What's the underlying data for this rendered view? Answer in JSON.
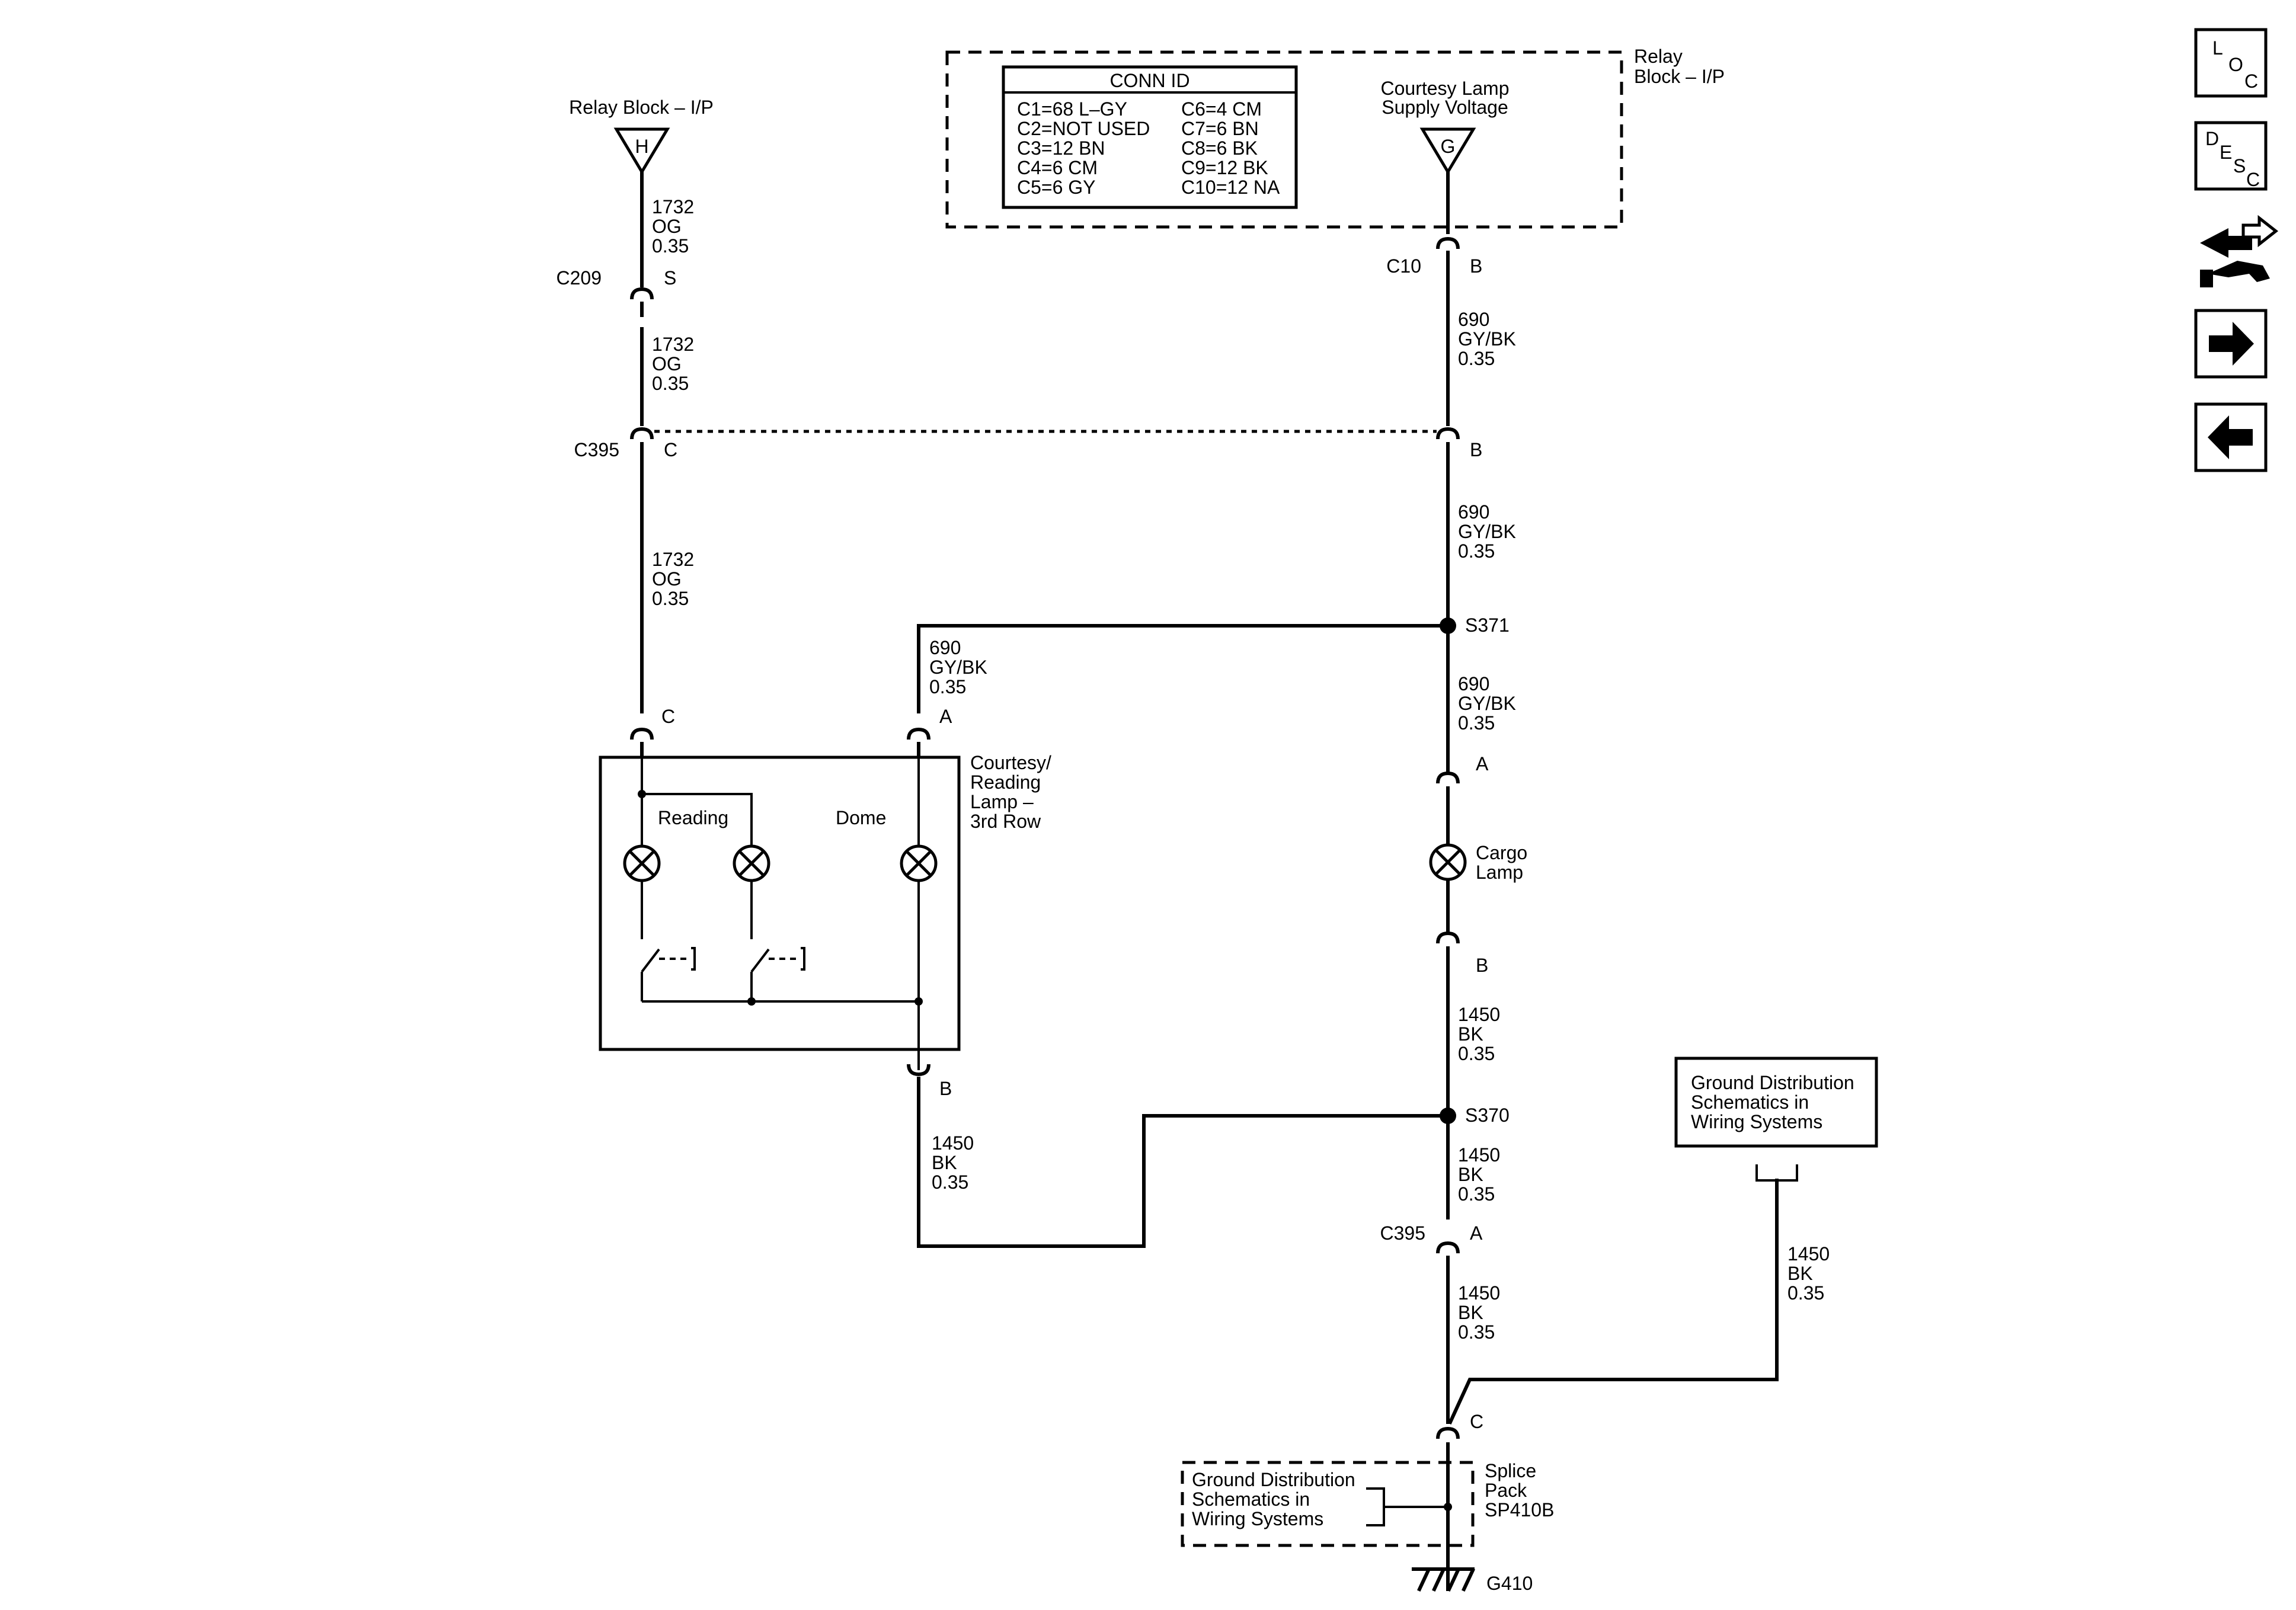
{
  "relay_block_left": {
    "title": "Relay Block – I/P",
    "terminal": "H"
  },
  "relay_block_right": {
    "title_line1": "Relay",
    "title_line2": "Block – I/P",
    "terminal": "G",
    "supply_line1": "Courtesy Lamp",
    "supply_line2": "Supply Voltage"
  },
  "conn_id": {
    "header": "CONN ID",
    "left": [
      "C1=68 L–GY",
      "C2=NOT USED",
      "C3=12 BN",
      "C4=6 CM",
      "C5=6 GY"
    ],
    "right": [
      "C6=4 CM",
      "C7=6 BN",
      "C8=6 BK",
      "C9=12 BK",
      "C10=12 NA"
    ]
  },
  "connectors": {
    "c209": {
      "name": "C209",
      "pin": "S"
    },
    "c395_left": {
      "name": "C395",
      "pin": "C"
    },
    "c10": {
      "name": "C10",
      "pin": "B"
    },
    "c395_right": {
      "pin": "B"
    },
    "c395_bottom": {
      "name": "C395",
      "pin": "A"
    },
    "courtesy_c": {
      "pin": "C"
    },
    "courtesy_a": {
      "pin": "A"
    },
    "courtesy_b": {
      "pin": "B"
    },
    "cargo_a": {
      "pin": "A"
    },
    "cargo_b": {
      "pin": "B"
    },
    "splice_c": {
      "pin": "C"
    }
  },
  "wires": {
    "og1": [
      "1732",
      "OG",
      "0.35"
    ],
    "og2": [
      "1732",
      "OG",
      "0.35"
    ],
    "og3": [
      "1732",
      "OG",
      "0.35"
    ],
    "gy1": [
      "690",
      "GY/BK",
      "0.35"
    ],
    "gy2": [
      "690",
      "GY/BK",
      "0.35"
    ],
    "gy3": [
      "690",
      "GY/BK",
      "0.35"
    ],
    "gy4": [
      "690",
      "GY/BK",
      "0.35"
    ],
    "bk1": [
      "1450",
      "BK",
      "0.35"
    ],
    "bk2": [
      "1450",
      "BK",
      "0.35"
    ],
    "bk3": [
      "1450",
      "BK",
      "0.35"
    ],
    "bk4": [
      "1450",
      "BK",
      "0.35"
    ],
    "bk5": [
      "1450",
      "BK",
      "0.35"
    ]
  },
  "splices": {
    "s371": "S371",
    "s370": "S370"
  },
  "courtesy_lamp": {
    "name": [
      "Courtesy/",
      "Reading",
      "Lamp –",
      "3rd Row"
    ],
    "reading": "Reading",
    "dome": "Dome"
  },
  "cargo_lamp": {
    "name": [
      "Cargo",
      "Lamp"
    ]
  },
  "ground_ref_box": [
    "Ground Distribution",
    "Schematics in",
    "Wiring Systems"
  ],
  "splice_pack": {
    "name": [
      "Splice",
      "Pack",
      "SP410B"
    ],
    "ref": [
      "Ground Distribution",
      "Schematics in",
      "Wiring Systems"
    ]
  },
  "ground": {
    "name": "G410"
  },
  "nav_icons": [
    "loc-icon",
    "desc-icon",
    "diagnostic-icon",
    "next-arrow-icon",
    "back-arrow-icon"
  ],
  "nav_text": {
    "loc": [
      "L",
      "O",
      "C"
    ],
    "desc": [
      "D",
      "E",
      "S",
      "C"
    ]
  }
}
